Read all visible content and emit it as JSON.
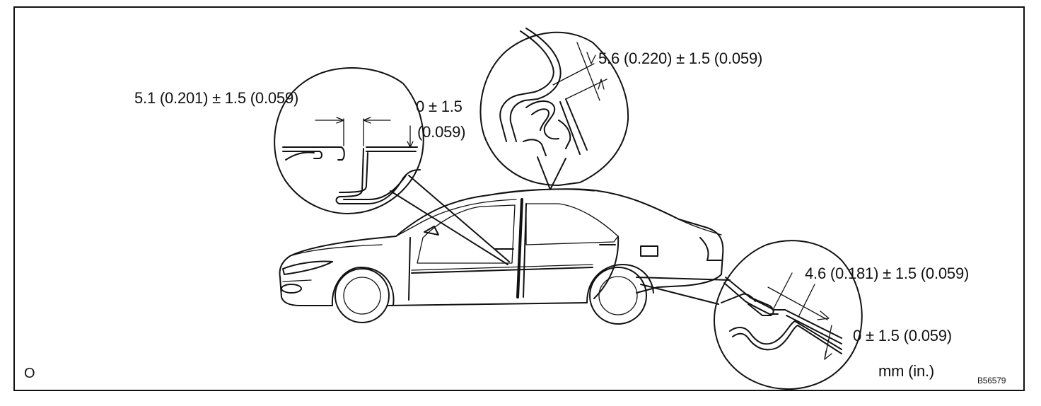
{
  "labels": {
    "roof_gap": "5.6 (0.220) ± 1.5 (0.059)",
    "front_door_gap": "5.1 (0.201) ± 1.5 (0.059)",
    "front_flush_value": "0 ± 1.5",
    "front_flush_inch": "(0.059)",
    "rear_gap": "4.6 (0.181) ± 1.5 (0.059)",
    "rear_flush": "0 ± 1.5 (0.059)",
    "corner_mark": "O",
    "units": "mm (in.)",
    "figure_code": "B56579"
  },
  "icons": {
    "car": "sedan-side-view-icon",
    "detail_roof": "roof-seam-detail-icon",
    "detail_front": "front-door-gap-detail-icon",
    "detail_rear": "rear-door-gap-detail-icon"
  }
}
